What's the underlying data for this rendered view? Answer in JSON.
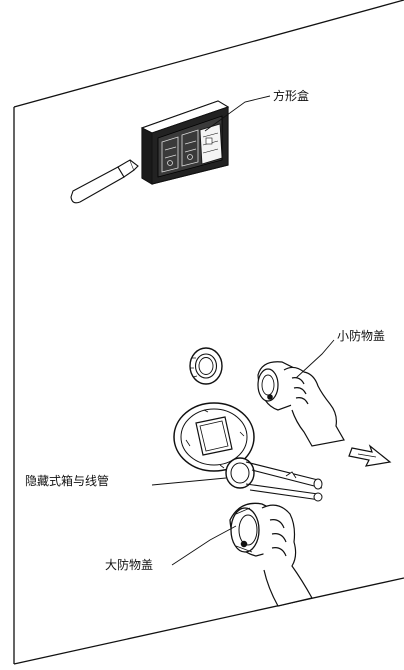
{
  "labels": {
    "square_box": "方形盒",
    "small_cap": "小防物盖",
    "hidden_box_pipe": "隐藏式箱与线管",
    "large_cap": "大防物盖"
  },
  "colors": {
    "line": "#111111",
    "background": "#ffffff",
    "box_fill": "#1a1a1a"
  },
  "icons": {
    "tool": "putty-knife-icon",
    "arrow": "pull-direction-arrow-icon"
  }
}
